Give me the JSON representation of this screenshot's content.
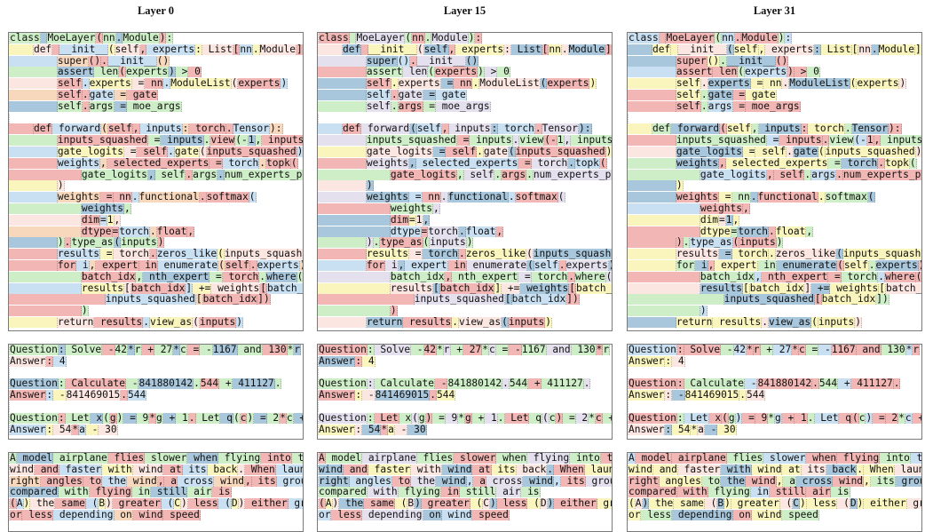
{
  "titles": [
    "Layer 0",
    "Layer 15",
    "Layer 31"
  ],
  "colors": {
    "red": "#f2b7b5",
    "light_blue": "#c9dff2",
    "steel_blue": "#a9c7dc",
    "yellow": "#f9f5bd",
    "lavender": "#e5e0ee",
    "green": "#cdeec6",
    "peach": "#f7d8bd"
  },
  "code_lines": [
    [
      "",
      "class",
      " ",
      "MoeLayer",
      "(",
      "nn",
      ".",
      "Module",
      ")",
      ":"
    ],
    [
      "    ",
      "def",
      " ",
      "__init__",
      "(",
      "self",
      ",",
      " experts",
      ":",
      " List",
      "[",
      "nn",
      ".",
      "Module",
      "],"
    ],
    [
      "        ",
      "super",
      "()",
      ".",
      "__init__",
      "()"
    ],
    [
      "        ",
      "assert",
      " len",
      "(",
      "experts",
      ")",
      " >",
      " 0"
    ],
    [
      "        ",
      "self",
      ".",
      "experts",
      " =",
      " nn",
      ".",
      "ModuleList",
      "(",
      "experts",
      ")"
    ],
    [
      "        ",
      "self",
      ".",
      "gate",
      " =",
      " gate"
    ],
    [
      "        ",
      "self",
      ".",
      "args",
      " =",
      " moe_args"
    ],
    [
      ""
    ],
    [
      "    ",
      "def",
      " forward",
      "(",
      "self",
      ",",
      " inputs",
      ":",
      " torch",
      ".",
      "Tensor",
      "):"
    ],
    [
      "        ",
      "inputs_squashed",
      " =",
      " inputs",
      ".",
      "view",
      "(-",
      "1",
      ",",
      " inputs",
      "."
    ],
    [
      "        ",
      "gate_logits",
      " =",
      " self",
      ".",
      "gate",
      "(",
      "inputs_squashed",
      ")"
    ],
    [
      "        ",
      "weights",
      ",",
      " selected_experts",
      " =",
      " torch",
      ".",
      "topk",
      "("
    ],
    [
      "            ",
      "gate_logits",
      ",",
      " self",
      ".",
      "args",
      ".",
      "num_experts_pe"
    ],
    [
      "        ",
      ")"
    ],
    [
      "        ",
      "weights",
      " =",
      " nn",
      ".",
      "functional",
      ".",
      "softmax",
      "("
    ],
    [
      "            ",
      "weights",
      ","
    ],
    [
      "            ",
      "dim",
      "=",
      "1",
      ","
    ],
    [
      "            ",
      "dtype",
      "=",
      "torch",
      ".",
      "float",
      ","
    ],
    [
      "        ",
      ")",
      ".",
      "type_as",
      "(",
      "inputs",
      ")"
    ],
    [
      "        ",
      "results",
      " =",
      " torch",
      ".",
      "zeros_like",
      "(",
      "inputs_squashe"
    ],
    [
      "        ",
      "for",
      " i",
      ",",
      " expert",
      " in",
      " enumerate",
      "(",
      "self",
      ".",
      "experts",
      "):"
    ],
    [
      "            ",
      "batch_idx",
      ",",
      " nth_expert",
      " =",
      " torch",
      ".",
      "where",
      "(s"
    ],
    [
      "            ",
      "results",
      "[",
      "batch_idx",
      "]",
      " +=",
      " weights",
      "[",
      "batch_id"
    ],
    [
      "                ",
      "inputs_squashed",
      "[",
      "batch_idx",
      "])"
    ],
    [
      "            ",
      ")"
    ],
    [
      "        ",
      "return",
      " results",
      ".",
      "view_as",
      "(",
      "inputs",
      ")"
    ]
  ],
  "qa_lines": [
    [
      "",
      "Question",
      ":",
      " Solve",
      " -",
      "42",
      "*",
      "r",
      " +",
      " 27",
      "*",
      "c",
      " =",
      " -",
      "1167",
      " and",
      " 130",
      "*",
      "r"
    ],
    [
      "",
      "Answer",
      ":",
      " 4"
    ],
    [
      ""
    ],
    [
      "",
      "Question",
      ":",
      " Calculate",
      " -",
      "841880142",
      ".",
      "544",
      " +",
      " 411127",
      "."
    ],
    [
      "",
      "Answer",
      ":",
      " -",
      "841469015",
      ".",
      "544"
    ],
    [
      ""
    ],
    [
      "",
      "Question",
      ":",
      " Let",
      " x",
      "(",
      "g",
      ")",
      " =",
      " 9",
      "*",
      "g",
      " +",
      " 1",
      ".",
      " Let",
      " q",
      "(",
      "c",
      ")",
      " =",
      " 2",
      "*",
      "c",
      " +"
    ],
    [
      "",
      "Answer",
      ":",
      " 54",
      "*",
      "a",
      " -",
      " 30"
    ]
  ],
  "prose_lines": [
    [
      "",
      "A",
      " model",
      " airplane",
      " flies",
      " slower",
      " when",
      " flying",
      " into",
      " th"
    ],
    [
      "",
      "wind",
      " and",
      " faster",
      " with",
      " wind",
      " at",
      " its",
      " back",
      ".",
      " When",
      " launch"
    ],
    [
      "",
      "right",
      " angles",
      " to",
      " the",
      " wind",
      ",",
      " a",
      " cross",
      " wind",
      ",",
      " its",
      " ground"
    ],
    [
      "",
      "compared",
      " with",
      " flying",
      " in",
      " still",
      " air",
      " is"
    ],
    [
      "",
      "(",
      "A",
      ")",
      " the",
      " same",
      " (",
      "B",
      ")",
      " greater",
      " (",
      "C",
      ")",
      " less",
      " (",
      "D",
      ")",
      " either",
      " grea"
    ],
    [
      "",
      "or",
      " less",
      " depending",
      " on",
      " wind",
      " speed"
    ]
  ]
}
